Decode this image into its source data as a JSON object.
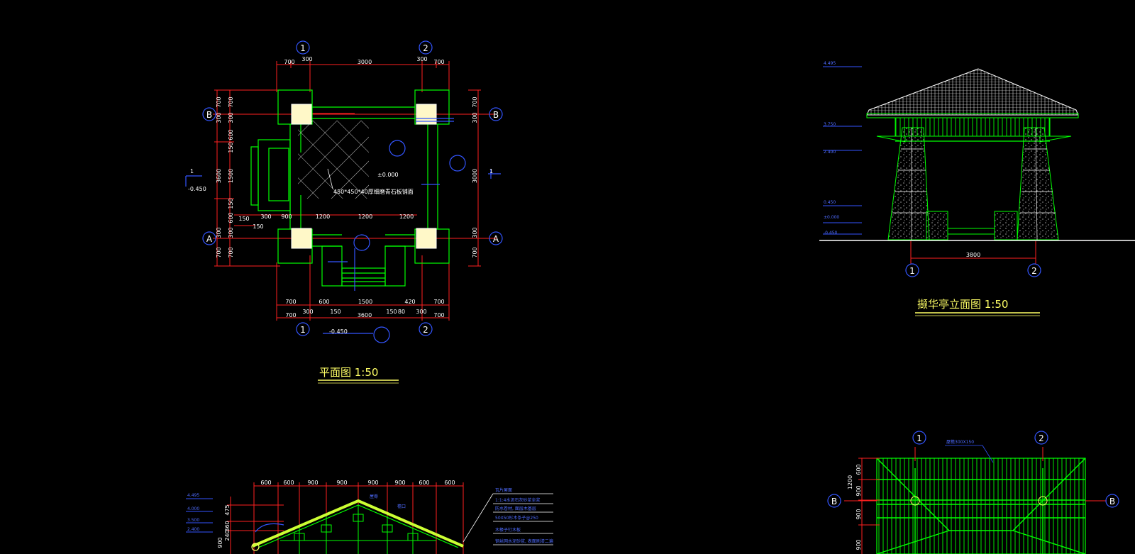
{
  "plan": {
    "title": "平面图 1:50",
    "top_dims": [
      "700",
      "300",
      "3000",
      "300",
      "700"
    ],
    "bottom_dims_row1": [
      "700",
      "600",
      "1500",
      "420",
      "700"
    ],
    "bottom_dims_row2": [
      "700",
      "300",
      "150",
      "3600",
      "150",
      "80",
      "300",
      "700"
    ],
    "left_dims": [
      "700",
      "300",
      "600",
      "150",
      "1500",
      "150",
      "600",
      "300",
      "700"
    ],
    "left_total": "3600",
    "right_dims": [
      "700",
      "300",
      "3000",
      "300",
      "700"
    ],
    "inner_dims": [
      "150",
      "300",
      "900",
      "1200",
      "1200",
      "1200",
      "150"
    ],
    "level_center": "±0.000",
    "level_left": "-0.450",
    "level_bottom": "-0.450",
    "floor_note": "450*450*40厚细磨青石板铺面",
    "axis_labels": [
      "1",
      "2",
      "A",
      "B"
    ],
    "section_mark": "1"
  },
  "elevation": {
    "title": "撷华亭立面图 1:50",
    "levels": [
      "4.495",
      "3.750",
      "2.400",
      "0.450",
      "±0.000",
      "-0.450"
    ],
    "span_dim": "3800",
    "axis_labels": [
      "1",
      "2"
    ]
  },
  "section": {
    "top_dims": [
      "600",
      "600",
      "900",
      "900",
      "900",
      "900",
      "600",
      "600"
    ],
    "levels": [
      "4.495",
      "4.000",
      "3.500",
      "2.400"
    ],
    "left_dims": [
      "475",
      "360",
      "240",
      "900"
    ],
    "notes": [
      "瓦片屋面",
      "1:1:4水泥石灰砂浆坐浆",
      "防水卷材, 面层木基层",
      "50X50杉木条子@250",
      "木椽子钉木板",
      "钢丝网水泥砂浆, 表面刷漆二遍"
    ],
    "ridge": "屋脊",
    "gutter": "檐口"
  },
  "roof_plan": {
    "note": "屋檐300X150",
    "axis_labels": [
      "1",
      "2",
      "B",
      "B"
    ],
    "left_dims": [
      "1200",
      "600",
      "900",
      "900",
      "900"
    ]
  },
  "colors": {
    "green": "#00ff00",
    "red": "#ff2020",
    "blue": "#3355ff",
    "white": "#ffffff",
    "yellow": "#ffff66",
    "cream": "#fff8c8"
  }
}
